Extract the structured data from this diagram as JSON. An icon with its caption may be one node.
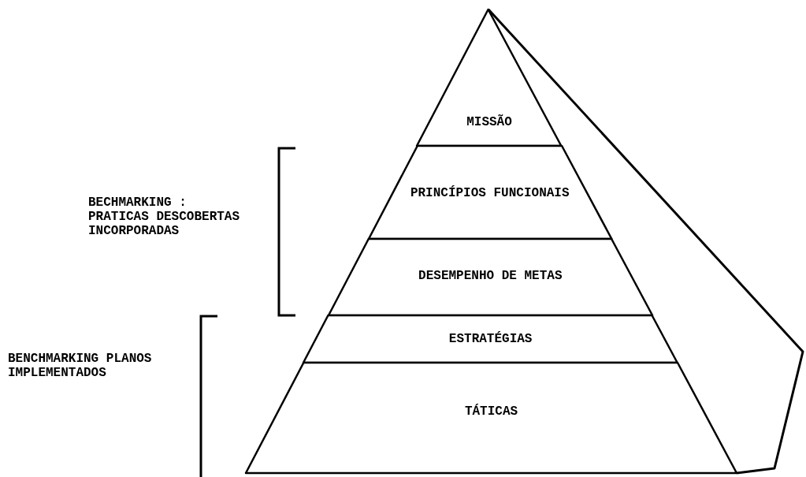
{
  "diagram": {
    "nodes": [
      {
        "text": [
          "MISSÃO"
        ]
      },
      {
        "text": [
          "PRINCÍPIOS FUNCIONAIS"
        ]
      },
      {
        "text": [
          "DESEMPENHO DE METAS"
        ]
      },
      {
        "text": [
          "ESTRATÉGIAS"
        ]
      },
      {
        "text": [
          "TÁTICAS"
        ]
      }
    ],
    "labels": [
      "BECHMARKING : PRATICAS DESCOBERTAS INCORPORADAS",
      "BENCHMARKING PLANOS IMPLEMENTADOS"
    ]
  }
}
